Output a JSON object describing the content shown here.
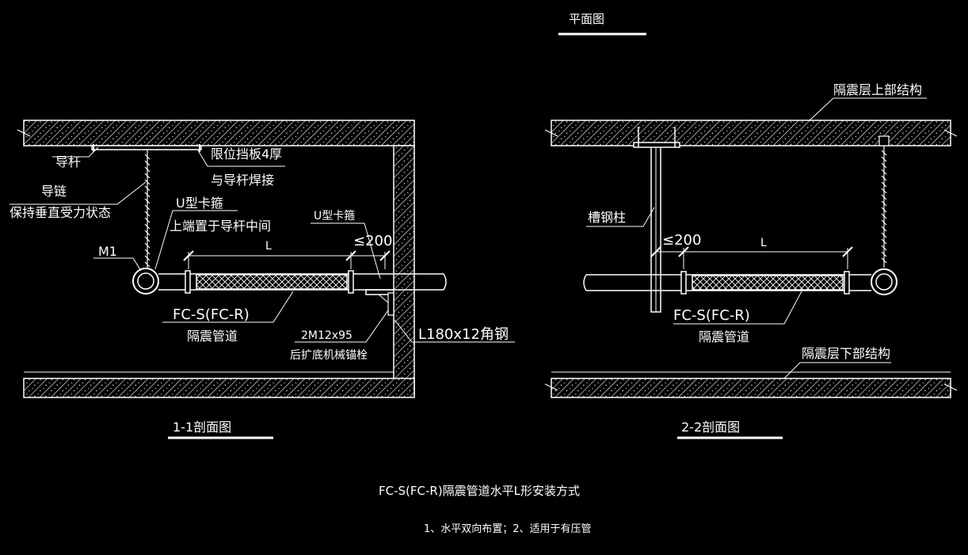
{
  "plan_title": "平面图",
  "section_1": {
    "title": "1-1剖面图",
    "guide_rod": "导杆",
    "stop_plate": "限位挡板4厚",
    "stop_plate_weld": "与导杆焊接",
    "guide_chain": "导链",
    "guide_chain_note": "保持垂直受力状态",
    "u_clamp_left": "U型卡箍",
    "u_clamp_left_note": "上端置于导杆中间",
    "m1": "M1",
    "u_clamp_right": "U型卡箍",
    "le200": "≤200",
    "length_l": "L",
    "pipe_model": "FC-S(FC-R)",
    "pipe_name": "隔震管道",
    "anchor_bolt": "2M12x95",
    "anchor_bolt_note": "后扩底机械锚栓",
    "angle_steel": "L180x12角钢"
  },
  "section_2": {
    "title": "2-2剖面图",
    "upper_structure": "隔震层上部结构",
    "channel_column": "槽钢柱",
    "le200": "≤200",
    "length_l": "L",
    "pipe_model": "FC-S(FC-R)",
    "pipe_name": "隔震管道",
    "lower_structure": "隔震层下部结构"
  },
  "footer": {
    "main_title": "FC-S(FC-R)隔震管道水平L形安装方式",
    "notes": "1、水平双向布置；2、适用于有压管"
  },
  "colors": {
    "background": "#000000",
    "line": "#ffffff"
  }
}
